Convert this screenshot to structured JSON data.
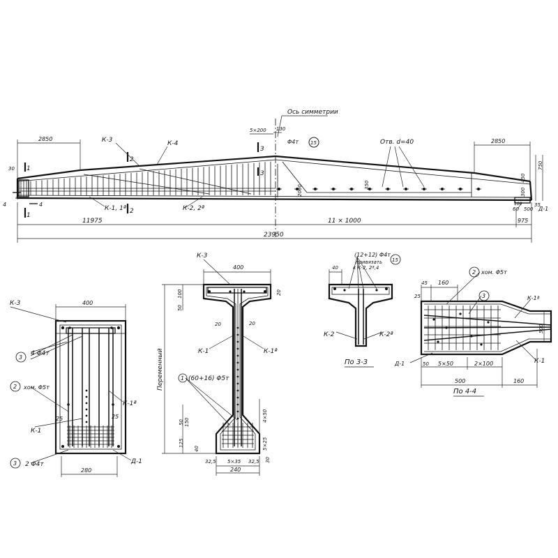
{
  "beam": {
    "symmetry_axis": "Ось симметрии",
    "total_length": "23950",
    "half_left": "11975",
    "half_right": "11 × 1000",
    "end_975": "975",
    "end_2850_left": "2850",
    "end_2850_right": "2850",
    "spacing_5x200": "5×200",
    "mark_130": "130",
    "bar_top": "Φ4т",
    "holes": "Отв. d=40",
    "h_2000": "2000",
    "h_350": "350",
    "h_750": "750",
    "h_450": "450",
    "h_300": "300",
    "d_30": "30",
    "d_4": "4",
    "d_60": "60",
    "d_35": "35",
    "d_500": "500",
    "d_100": "100",
    "labels": {
      "k3": "К-3",
      "k4": "К-4",
      "k1": "К-1, 1ª",
      "k2": "К-2, 2ª",
      "d1": "Д-1"
    },
    "callout_15": "15",
    "cuts": {
      "c1": "1",
      "c2": "2",
      "c3": "3",
      "c4": "4"
    }
  },
  "section_1": {
    "k3": "К-3",
    "width_top": "400",
    "bars_top": "4 Φ4т",
    "clamp": "хом. Φ5т",
    "k1a": "К-1ª",
    "k1": "К-1",
    "d25_left": "25",
    "d25_right": "25",
    "bars_bottom": "2 Φ4т",
    "d1": "Д-1",
    "width_bottom": "280",
    "callout_3a": "3",
    "callout_2": "2",
    "callout_3b": "3"
  },
  "section_2": {
    "k3": "К-3",
    "width_top": "400",
    "d_20": "20",
    "d_50": "50",
    "d_100": "100",
    "d_20b": "20",
    "d_20c": "20",
    "height": "Переменный",
    "k1": "К-1",
    "k1a": "К-1ª",
    "strands": "(60+16) Φ5т",
    "callout_1": "1",
    "s_4x50": "4×50",
    "s_5x25": "5×25",
    "s_50": "50",
    "s_150": "150",
    "s_125": "125",
    "s_40": "40",
    "b_325a": "32,5",
    "b_5x35": "5×35",
    "b_325b": "32,5",
    "b_30": "30",
    "width_bottom": "240"
  },
  "section_3": {
    "d_40": "40",
    "strands": "(12+12) Φ4т",
    "note1": "привязать",
    "note2": "к К-2, 2ª,4",
    "callout_15": "15",
    "k2": "К-2",
    "k2a": "К-2ª",
    "title": "По 3-3"
  },
  "section_4": {
    "callout_2": "2",
    "clamp": "хом. Φ5т",
    "d_45": "45",
    "d_160": "160",
    "d_25": "25",
    "callout_3": "3",
    "k1a": "К-1ª",
    "d_500v": "500",
    "d1": "Д-1",
    "k1": "К-1",
    "d_50": "50",
    "s_5x50": "5×50",
    "s_2x100": "2×100",
    "total_500": "500",
    "total_160": "160",
    "title": "По 4-4"
  }
}
